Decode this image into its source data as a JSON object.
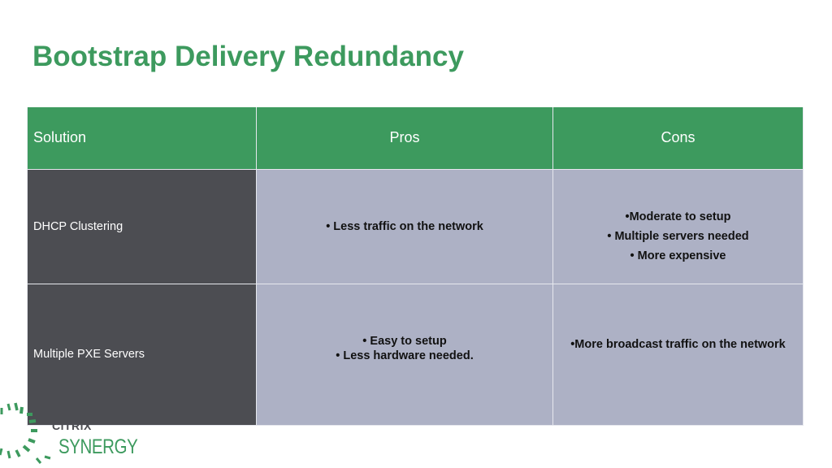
{
  "slide": {
    "title": "Bootstrap Delivery Redundancy"
  },
  "table": {
    "headers": [
      "Solution",
      "Pros",
      "Cons"
    ],
    "rows": [
      {
        "solution": "DHCP Clustering",
        "pros": [
          "• Less traffic on the network"
        ],
        "cons": [
          "•Moderate to setup",
          "• Multiple servers needed",
          "• More expensive"
        ]
      },
      {
        "solution": "Multiple PXE Servers",
        "pros": [
          "• Easy to setup",
          "• Less hardware needed."
        ],
        "cons": [
          "•More broadcast traffic on the network"
        ]
      }
    ]
  },
  "logo": {
    "brand": "CiTRiX",
    "product": "SYNERGY"
  },
  "colors": {
    "accent_green": "#3d9a5e",
    "dark_cell": "#4c4d52",
    "body_cell": "#adb1c5"
  },
  "icons": {
    "logo_mark": "dashed-ring-logo-icon"
  }
}
